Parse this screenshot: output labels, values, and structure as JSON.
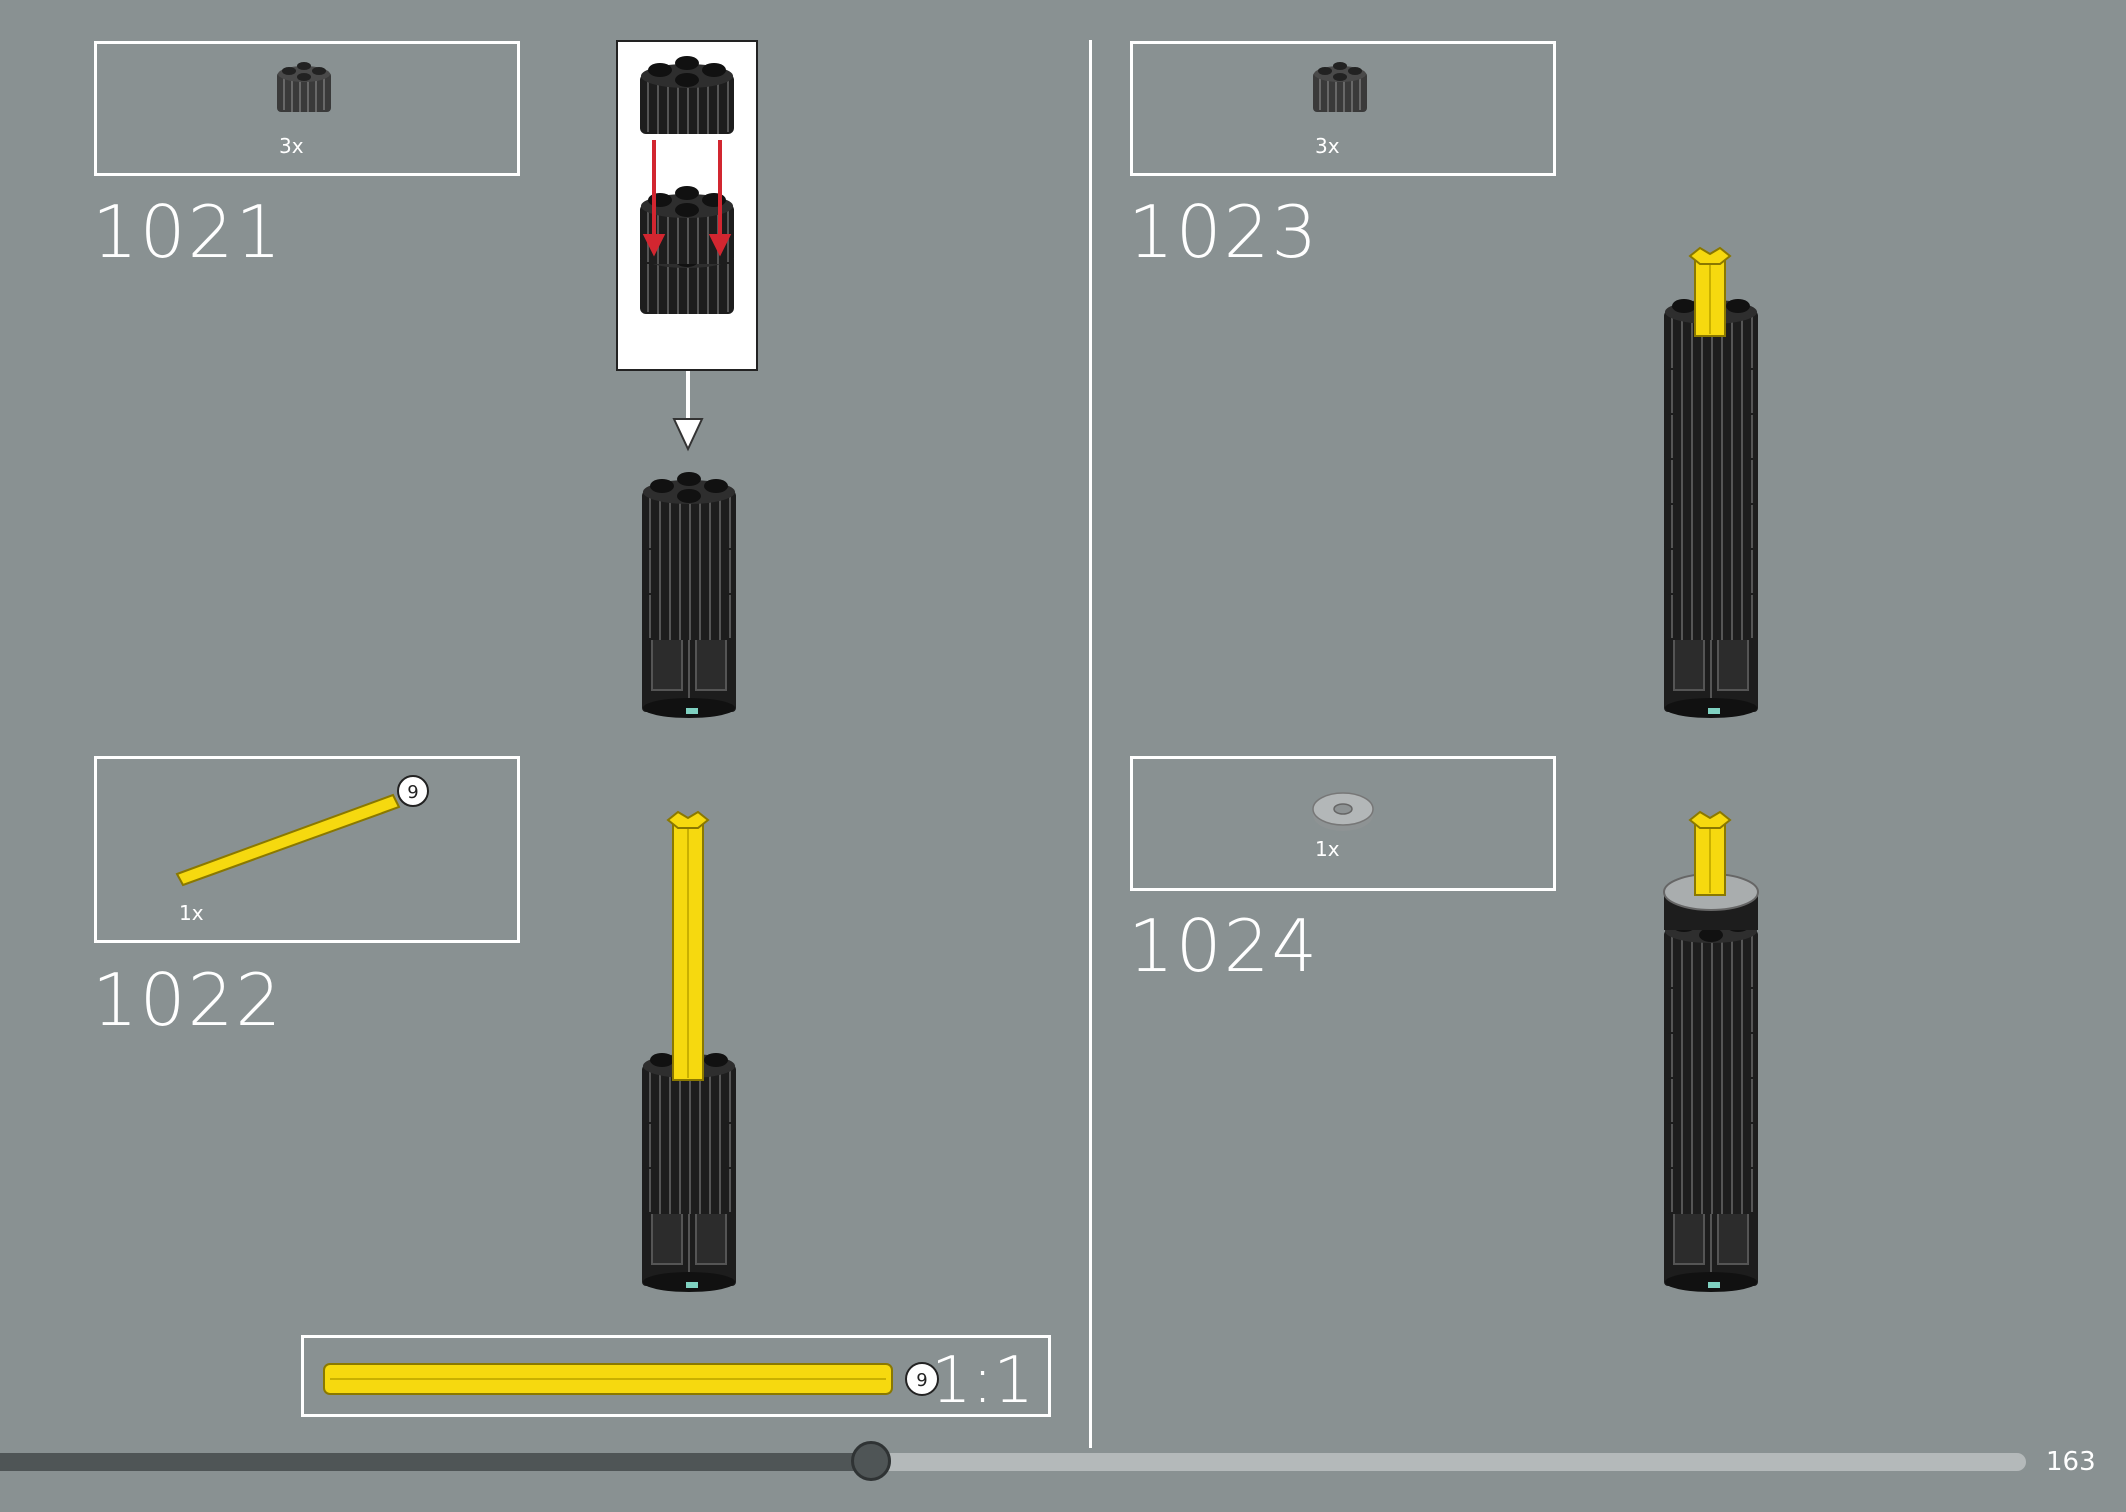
{
  "steps": [
    {
      "number": "1021",
      "parts": [
        {
          "name": "round-brick-2x2-grille",
          "qty": "3x",
          "color": "#2b2b2b"
        }
      ]
    },
    {
      "number": "1022",
      "parts": [
        {
          "name": "axle-9",
          "qty": "1x",
          "color": "#f6d90f",
          "length_badge": "9"
        }
      ]
    },
    {
      "number": "1023",
      "parts": [
        {
          "name": "round-brick-2x2-grille",
          "qty": "3x",
          "color": "#2b2b2b"
        }
      ]
    },
    {
      "number": "1024",
      "parts": [
        {
          "name": "round-tile-2x2-hole",
          "qty": "1x",
          "color": "#a9adae"
        }
      ]
    }
  ],
  "scale": {
    "label": "1:1",
    "badge": "9",
    "color": "#f6d90f"
  },
  "progress": {
    "value": 0.43
  },
  "page": {
    "number": "163"
  },
  "colors": {
    "background": "#899192",
    "brick": "#2b2b2b",
    "axle": "#f6d90f",
    "arrow": "#d22630"
  }
}
